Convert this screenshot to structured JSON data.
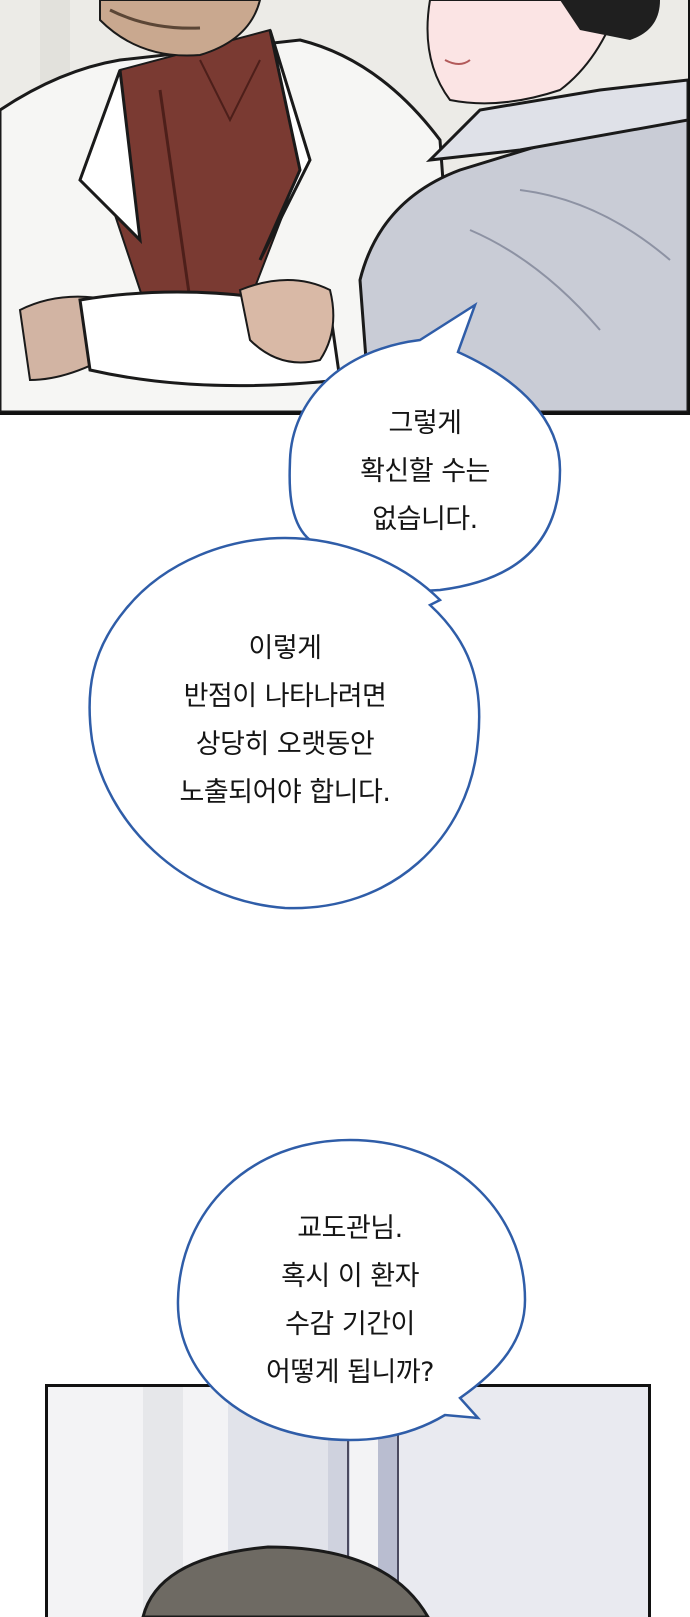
{
  "balloons": [
    {
      "id": "balloon-1",
      "lines": [
        "그렇게",
        "확신할 수는",
        "없습니다."
      ]
    },
    {
      "id": "balloon-2",
      "lines": [
        "이렇게",
        "반점이 나타나려면",
        "상당히 오랫동안",
        "노출되어야 합니다."
      ]
    },
    {
      "id": "balloon-3",
      "lines": [
        "교도관님.",
        "혹시 이 환자",
        "수감 기간이",
        "어떻게 됩니까?"
      ]
    }
  ],
  "colors": {
    "balloon_outline": "#2f5da8",
    "panel_border": "#111111",
    "page_background": "#ffffff"
  }
}
